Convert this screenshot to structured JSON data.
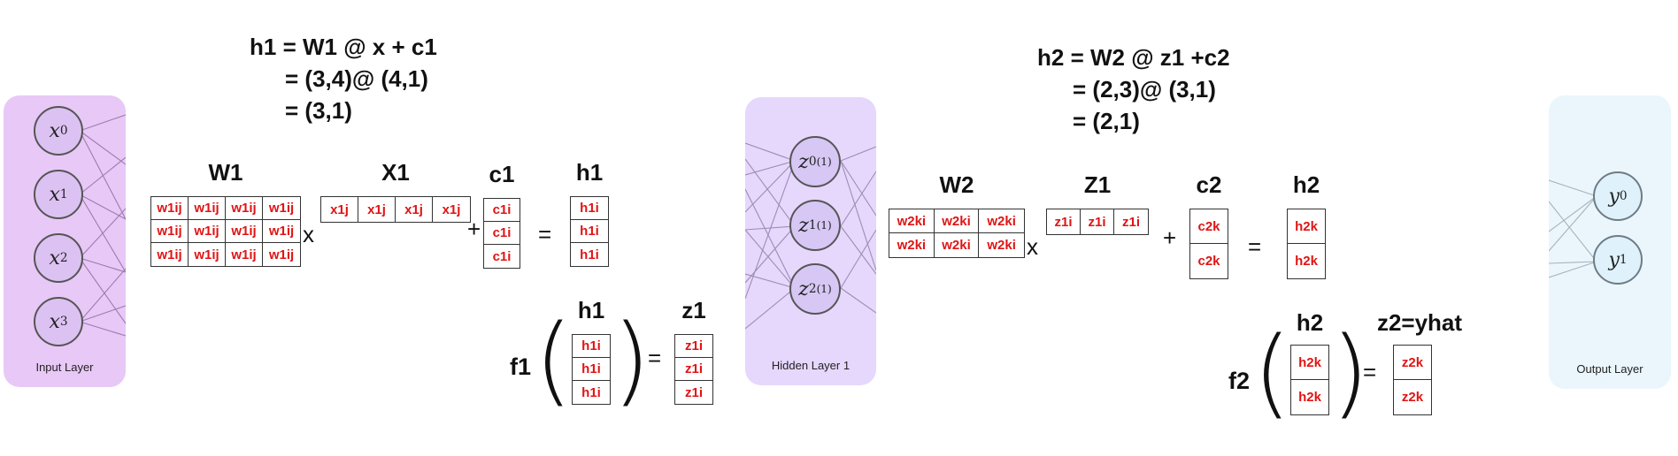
{
  "equations": {
    "layer1": [
      "h1 = W1 @ x + c1",
      "= (3,4)@ (4,1)",
      "= (3,1)"
    ],
    "layer2": [
      "h2 = W2 @ z1 +c2",
      "= (2,3)@ (3,1)",
      "= (2,1)"
    ]
  },
  "input_layer": {
    "label": "Input Layer",
    "nodes": [
      {
        "base": "x",
        "sub": "0"
      },
      {
        "base": "x",
        "sub": "1"
      },
      {
        "base": "x",
        "sub": "2"
      },
      {
        "base": "x",
        "sub": "3"
      }
    ],
    "panel_color": "#e8c8f6"
  },
  "hidden_layer": {
    "label": "Hidden Layer 1",
    "nodes": [
      {
        "base": "z",
        "sub": "0",
        "sup": "(1)"
      },
      {
        "base": "z",
        "sub": "1",
        "sup": "(1)"
      },
      {
        "base": "z",
        "sub": "2",
        "sup": "(1)"
      }
    ],
    "panel_color": "#e6d7fc"
  },
  "output_layer": {
    "label": "Output Layer",
    "nodes": [
      {
        "base": "y",
        "sub": "0"
      },
      {
        "base": "y",
        "sub": "1"
      }
    ],
    "panel_color": "#eaf6fc"
  },
  "block1": {
    "W1": {
      "label": "W1",
      "cell": "w1ij"
    },
    "X1": {
      "label": "X1",
      "cell": "x1j"
    },
    "c1": {
      "label": "c1",
      "cell": "c1i"
    },
    "h1": {
      "label": "h1",
      "cell": "h1i"
    },
    "f1": {
      "fn": "f1",
      "in_label": "h1",
      "in_cell": "h1i",
      "out_label": "z1",
      "out_cell": "z1i"
    },
    "ops": {
      "times": "x",
      "plus": "+",
      "equals": "="
    }
  },
  "block2": {
    "W2": {
      "label": "W2",
      "cell": "w2ki"
    },
    "Z1": {
      "label": "Z1",
      "cell": "z1i"
    },
    "c2": {
      "label": "c2",
      "cell": "c2k"
    },
    "h2": {
      "label": "h2",
      "cell": "h2k"
    },
    "f2": {
      "fn": "f2",
      "in_label": "h2",
      "in_cell": "h2k",
      "out_label": "z2=yhat",
      "out_cell": "z2k"
    },
    "ops": {
      "times": "x",
      "plus": "+",
      "equals": "="
    }
  },
  "colors": {
    "cell_text": "#e01414"
  }
}
